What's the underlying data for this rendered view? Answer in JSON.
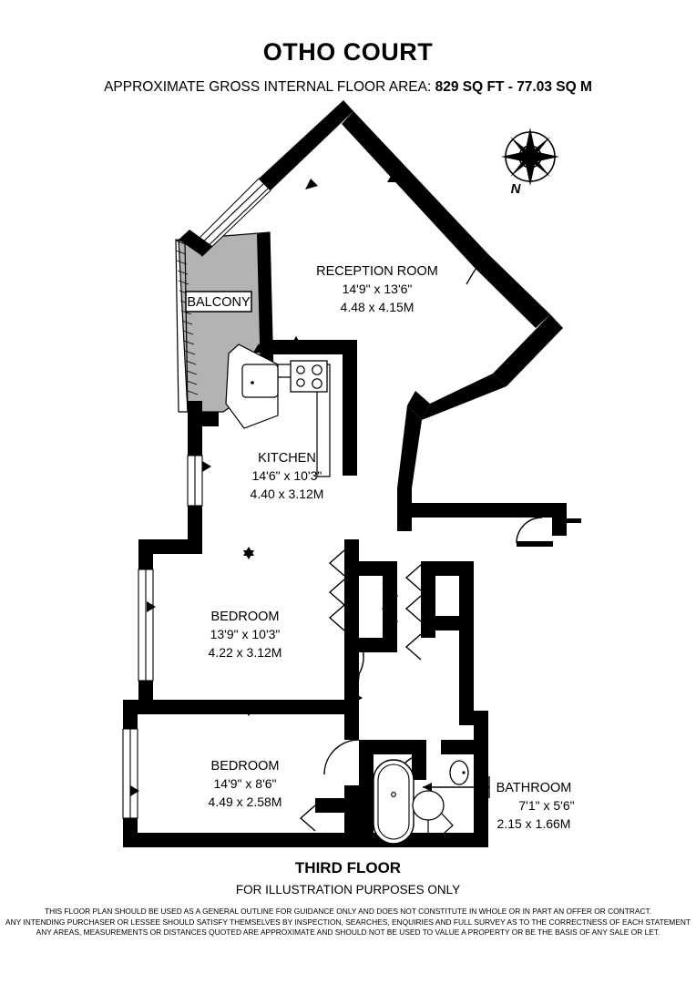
{
  "header": {
    "title": "OTHO COURT",
    "subtitle_label": "APPROXIMATE GROSS INTERNAL FLOOR AREA:",
    "area_sqft": "829 SQ FT",
    "area_separator": "-",
    "area_sqm": "77.03 SQ M"
  },
  "compass": {
    "north_label": "N",
    "icon": "compass-rose-icon"
  },
  "rooms": [
    {
      "key": "reception",
      "name": "RECEPTION ROOM",
      "dim_imperial": "14'9\" x 13'6\"",
      "dim_metric": "4.48 x 4.15M"
    },
    {
      "key": "kitchen",
      "name": "KITCHEN",
      "dim_imperial": "14'6\" x 10'3\"",
      "dim_metric": "4.40 x 3.12M"
    },
    {
      "key": "bedroom1",
      "name": "BEDROOM",
      "dim_imperial": "13'9\" x 10'3\"",
      "dim_metric": "4.22 x 3.12M"
    },
    {
      "key": "bedroom2",
      "name": "BEDROOM",
      "dim_imperial": "14'9\" x 8'6\"",
      "dim_metric": "4.49 x 2.58M"
    },
    {
      "key": "bathroom",
      "name": "BATHROOM",
      "dim_imperial": "7'1\" x 5'6\"",
      "dim_metric": "2.15 x 1.66M"
    }
  ],
  "balcony": {
    "label": "BALCONY"
  },
  "fixtures": {
    "hob": "hob-icon",
    "sink": "sink-icon",
    "bath": "bathtub-icon",
    "wc": "toilet-icon",
    "basin": "washbasin-icon",
    "entrance_arrow": "entrance-arrow-icon"
  },
  "footer": {
    "floor_label": "THIRD FLOOR",
    "illustration_note": "FOR ILLUSTRATION PURPOSES ONLY",
    "disclaimer_line1": "THIS FLOOR PLAN SHOULD BE USED AS A GENERAL OUTLINE FOR GUIDANCE ONLY AND DOES NOT CONSTITUTE IN WHOLE OR IN PART AN OFFER OR CONTRACT.",
    "disclaimer_line2": "ANY INTENDING PURCHASER OR LESSEE SHOULD SATISFY THEMSELVES BY INSPECTION, SEARCHES, ENQUIRIES AND FULL SURVEY AS TO THE CORRECTNESS OF EACH STATEMENT",
    "disclaimer_line3": "ANY AREAS, MEASUREMENTS OR DISTANCES QUOTED ARE APPROXIMATE AND SHOULD NOT BE USED TO VALUE A PROPERTY OR BE THE BASIS OF ANY SALE OR LET."
  },
  "colors": {
    "wall": "#000000",
    "balcony_fill": "#b3b3b3",
    "background": "#ffffff"
  }
}
